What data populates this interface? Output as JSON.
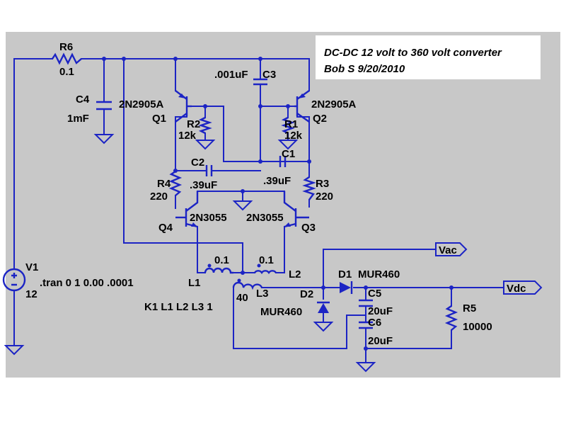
{
  "title": {
    "line1": "DC-DC 12 volt to 360 volt converter",
    "line2": "Bob S 9/20/2010"
  },
  "components": {
    "r6": {
      "name": "R6",
      "value": "0.1"
    },
    "c4": {
      "name": "C4",
      "value": "1mF"
    },
    "c3": {
      "name": "C3",
      "value": ".001uF"
    },
    "q1": {
      "name": "Q1",
      "model": "2N2905A"
    },
    "q2": {
      "name": "Q2",
      "model": "2N2905A"
    },
    "r2": {
      "name": "R2",
      "value": "12k"
    },
    "r1": {
      "name": "R1",
      "value": "12k"
    },
    "c2": {
      "name": "C2",
      "value": ".39uF"
    },
    "c1": {
      "name": "C1",
      "value": ".39uF"
    },
    "r4": {
      "name": "R4",
      "value": "220"
    },
    "r3": {
      "name": "R3",
      "value": "220"
    },
    "q4": {
      "name": "Q4",
      "model": "2N3055"
    },
    "q3": {
      "name": "Q3",
      "model": "2N3055"
    },
    "l1": {
      "name": "L1",
      "value": "0.1"
    },
    "l2": {
      "name": "L2",
      "value": "0.1"
    },
    "l3": {
      "name": "L3",
      "value": "40"
    },
    "v1": {
      "name": "V1",
      "value": "12"
    },
    "d1": {
      "name": "D1",
      "model": "MUR460"
    },
    "d2": {
      "name": "D2",
      "model": "MUR460"
    },
    "c5": {
      "name": "C5",
      "value": "20uF"
    },
    "c6": {
      "name": "C6",
      "value": "20uF"
    },
    "r5": {
      "name": "R5",
      "value": "10000"
    }
  },
  "directives": {
    "tran": ".tran 0 1 0.00 .0001",
    "coupling": "K1 L1 L2 L3 1"
  },
  "net_labels": {
    "vac": "Vac",
    "vdc": "Vdc"
  },
  "colors": {
    "wire": "#1c24c4",
    "background": "#c8c8c8",
    "text": "#000000"
  }
}
